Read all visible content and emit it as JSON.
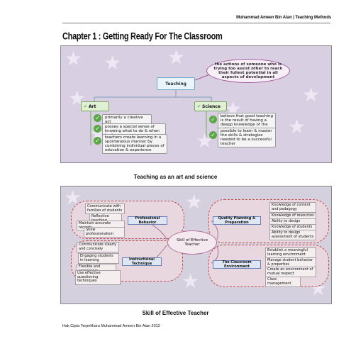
{
  "header": {
    "running_head": "Muhammad Ameen Bin Atan | Teaching Methods",
    "chapter_title": "Chapter 1 : Getting Ready For The Classroom"
  },
  "figure1": {
    "central": "Teaching",
    "bubble": "the actions of someone who is trying too assist other to reach their fullest potential in all aspects of development",
    "art": {
      "label": "Art",
      "items": [
        "primarily a creative act",
        "posses a special sense of knowing what to do & when to do",
        "teachers create learning in a spontaneous manner by combining individual pieces of education & experience"
      ]
    },
    "science": {
      "label": "Science",
      "items": [
        "believe that good teaching is the result of having a deepp knowledge of the subject",
        "possible to learn & master the skills & strategies needed to be a successful teacher"
      ]
    },
    "caption": "Teaching as an art and science"
  },
  "figure2": {
    "hub": "Skill of Effective Teacher",
    "professional": {
      "label": "Professional Behavior",
      "items": [
        "Communicate with families of students",
        "Reflective teaching",
        "Maintain accurate records",
        "Show professionalism"
      ]
    },
    "instructional": {
      "label": "Instructional Technique",
      "items": [
        "Communicate clearly and concisely",
        "Engaging students in learning",
        "Flexible and responsive",
        "Use effective questioning techniques"
      ]
    },
    "planning": {
      "label": "Quality Planning & Preparation",
      "items": [
        "Knowledge of content and pedagogy",
        "Knowledge of resources",
        "Ability to design instruction",
        "Knowledge of students",
        "Ability to design assessment of students"
      ]
    },
    "environment": {
      "label": "The Classroom Environment",
      "items": [
        "Establish a meaningful learning environment",
        "Manage student behavior & properties",
        "Create an environment of mutual respect",
        "Class management"
      ]
    },
    "caption": "Skill of Effective Teacher"
  },
  "footer": {
    "copyright": "Hak Cipta Terpelihara Muhammad Ameen Bin Atan 2012"
  },
  "colors": {
    "panel1_bg": "#d9cfe2",
    "panel2_bg": "#d4d0de",
    "check_green": "#5aa845",
    "cluster_border": "#c24a4a"
  }
}
